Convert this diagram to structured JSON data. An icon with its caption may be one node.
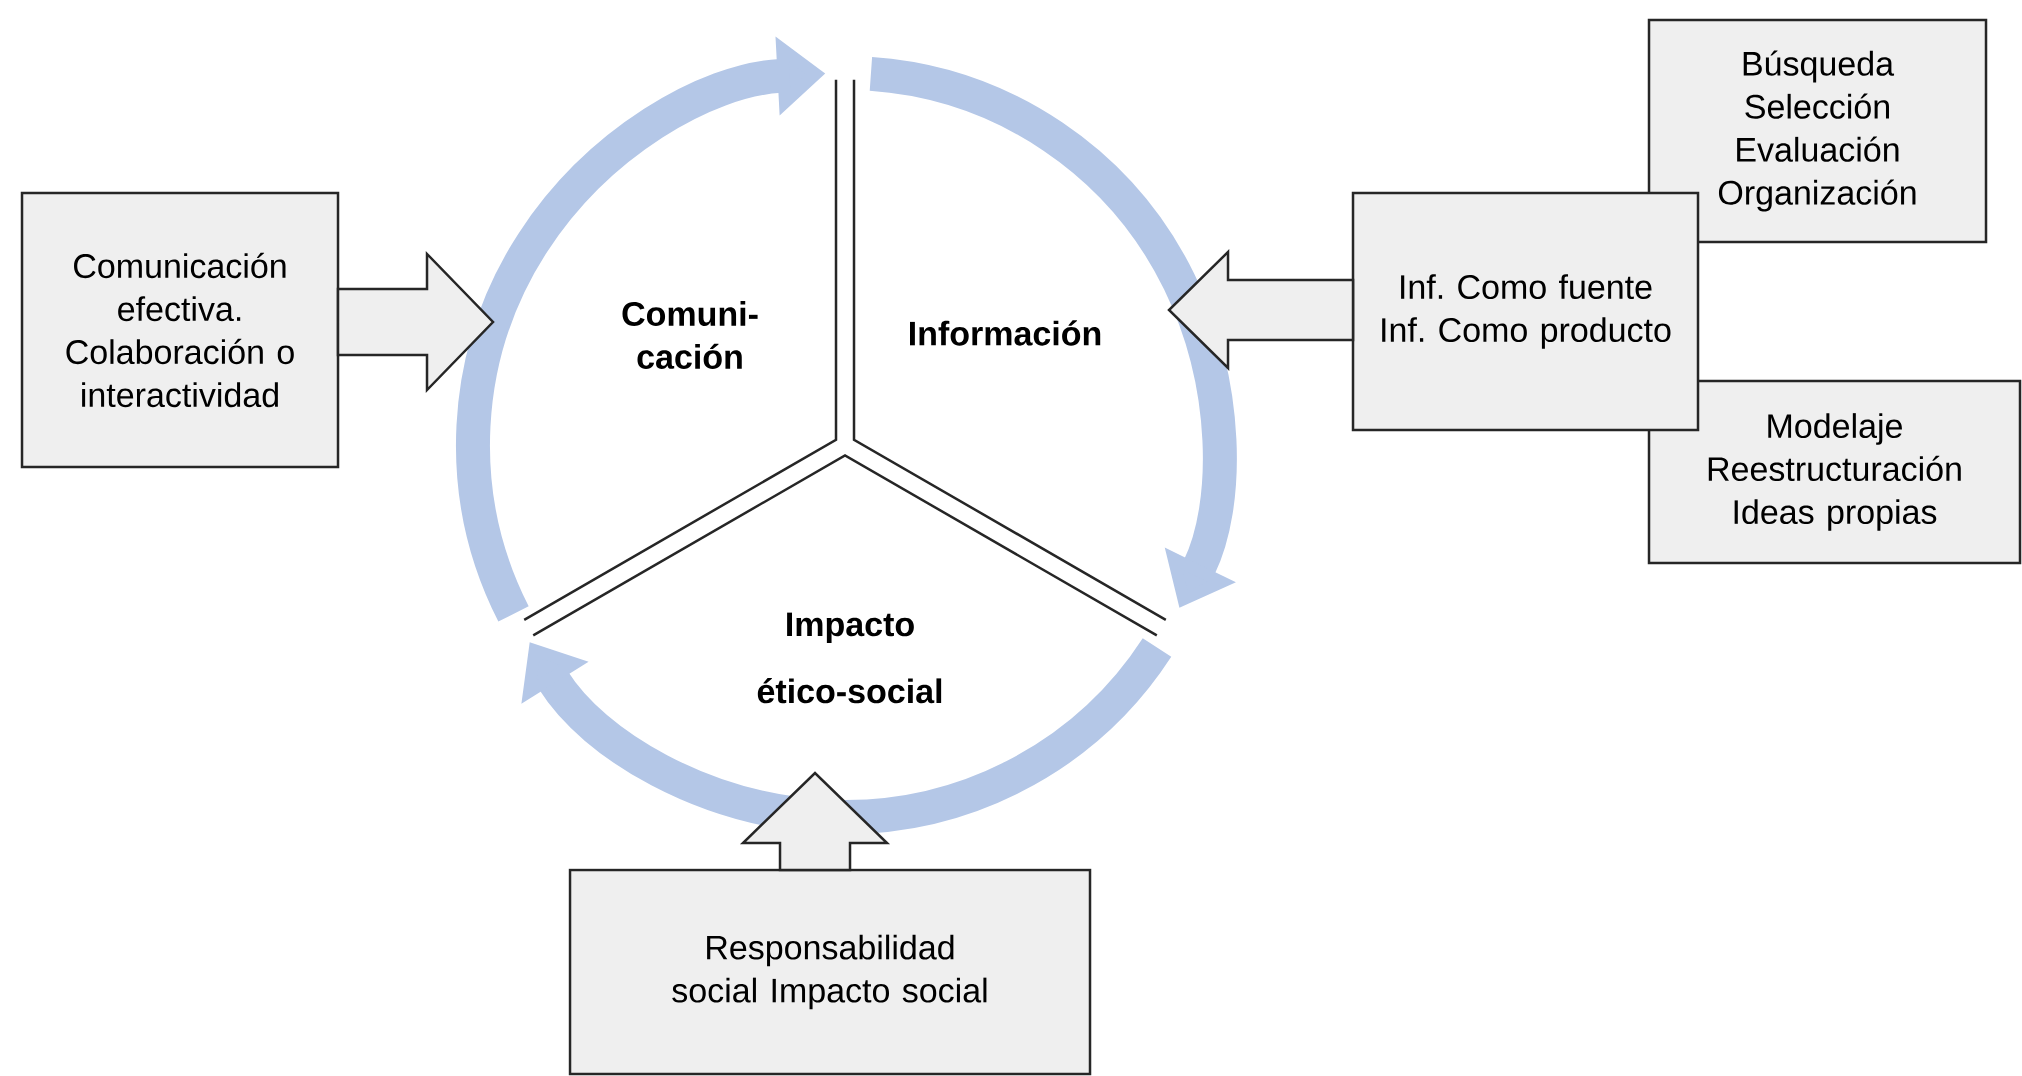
{
  "diagram": {
    "nodes": [
      {
        "text": [
          "Comuni- cación"
        ]
      },
      {
        "text": [
          "Información"
        ]
      },
      {
        "text": [
          "Impacto ético-social"
        ]
      },
      {
        "text": [
          "Comunicación efectiva. Colaboración o interactividad"
        ]
      },
      {
        "text": [
          "Búsqueda Selección Evaluación Organización"
        ]
      },
      {
        "text": [
          "Inf. Como fuente Inf. Como producto"
        ]
      },
      {
        "text": [
          "Modelaje Reestructuración Ideas propias"
        ]
      },
      {
        "text": [
          "Responsabilidad social Impacto social"
        ]
      }
    ],
    "edges": [
      {
        "from": 3,
        "to": 0,
        "arrow": "to"
      },
      {
        "from": 5,
        "to": 1,
        "arrow": "to"
      },
      {
        "from": 7,
        "to": 2,
        "arrow": "to"
      }
    ]
  }
}
